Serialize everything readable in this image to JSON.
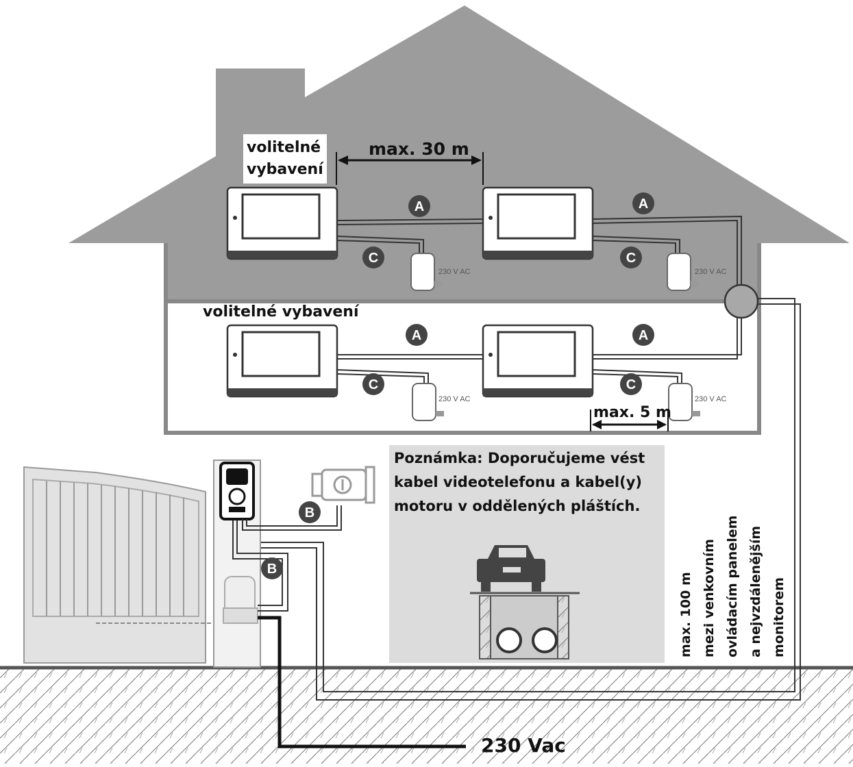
{
  "labels": {
    "optional_top": [
      "volitelné",
      "vybavení"
    ],
    "optional_second": "volitelné vybavení",
    "max_30": "max. 30 m",
    "max_5": "max. 5 m",
    "power_label": "230 V AC",
    "mains": "230 Vac",
    "note_lines": [
      "Poznámka: Doporučujeme vést",
      "kabel videotelefonu a kabel(y)",
      "motoru v oddělených pláštích."
    ],
    "distance_lines": [
      "max. 100 m",
      "mezi venkovním",
      "ovládacím panelem",
      "a nejvzdálenějším",
      "monitorem"
    ]
  },
  "cables": {
    "A": "A",
    "B": "B",
    "C": "C"
  },
  "colors": {
    "roof": "#9c9c9c",
    "note_box": "#dcdcdc",
    "badge": "#444444",
    "gate": "#e2e2e2"
  }
}
